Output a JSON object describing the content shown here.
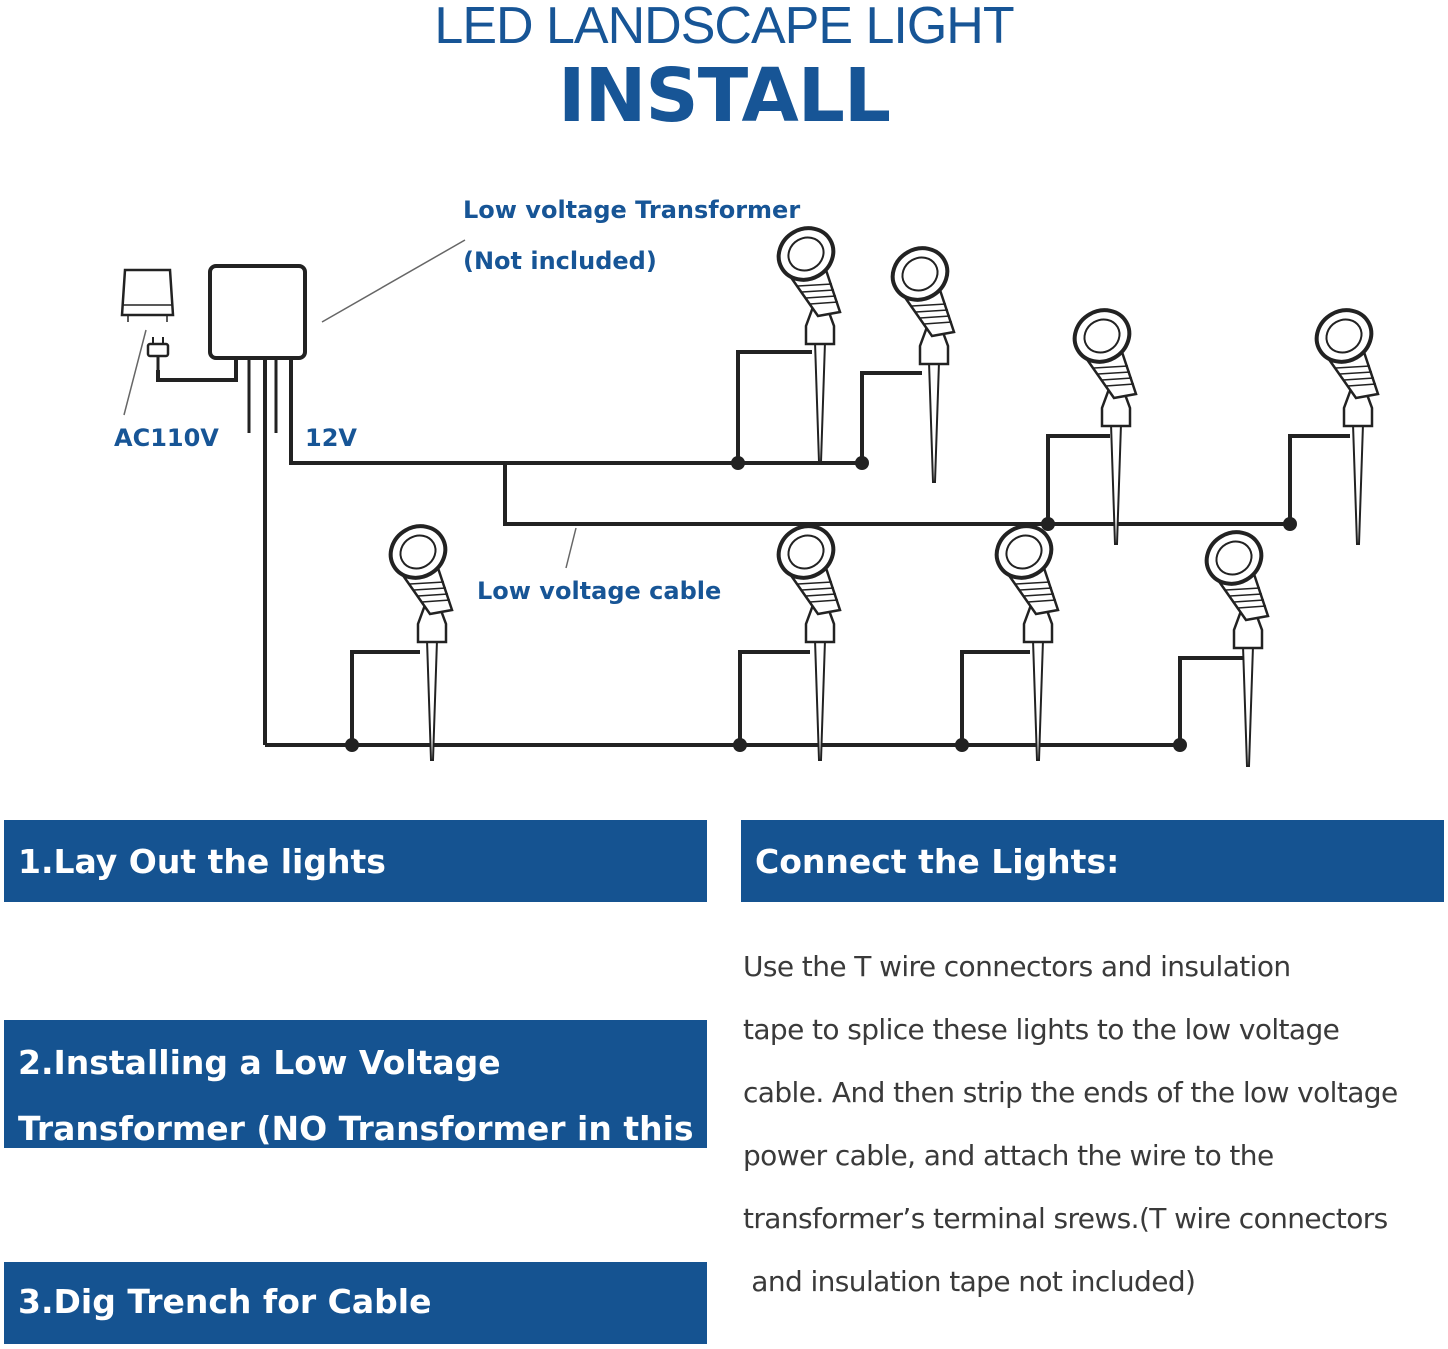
{
  "title": {
    "line1": "LED LANDSCAPE LIGHT",
    "line2": "INSTALL"
  },
  "diagram": {
    "transformer_label": "Low voltage Transformer",
    "transformer_note": "(Not included)",
    "ac_label": "AC110V",
    "dc_label": "12V",
    "cable_label": "Low voltage cable"
  },
  "steps": {
    "step1": "1.Lay Out the lights",
    "step2_line1": "2.Installing a Low Voltage",
    "step2_line2": "Transformer (NO Transformer in this set)",
    "step3": "3.Dig Trench for Cable"
  },
  "connect": {
    "heading": "Connect the Lights:",
    "lines": [
      "Use the T wire connectors and insulation",
      "tape to splice these lights to the low voltage",
      "cable. And then strip the ends of the low voltage",
      "power cable, and attach the wire to the",
      "transformer’s terminal srews.(T wire connectors",
      " and insulation tape not included)"
    ]
  },
  "colors": {
    "brand_blue": "#175596",
    "bar_blue": "#155391",
    "body_text": "#3a3a3a"
  }
}
